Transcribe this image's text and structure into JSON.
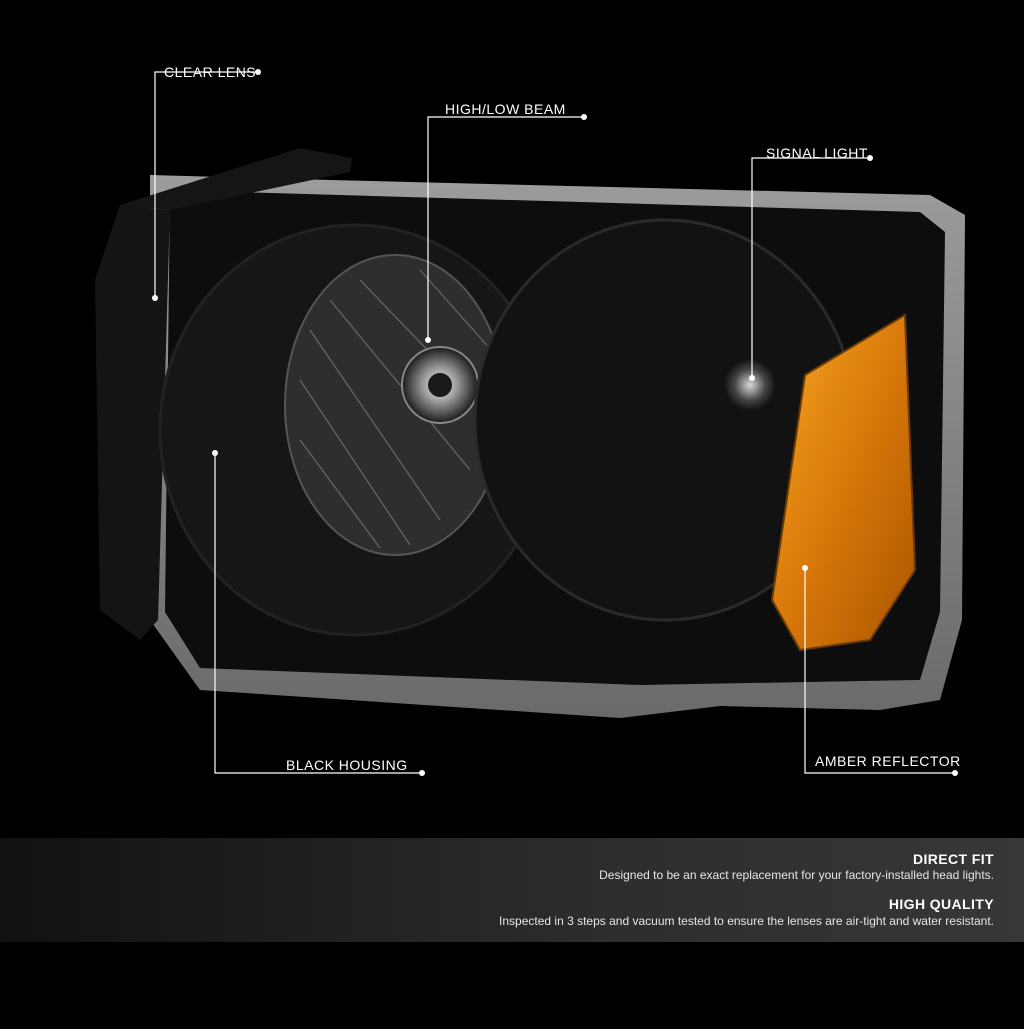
{
  "callouts": {
    "clear_lens": "CLEAR LENS",
    "high_low_beam": "HIGH/LOW BEAM",
    "signal_light": "SIGNAL LIGHT",
    "black_housing": "BLACK HOUSING",
    "amber_reflector": "AMBER REFLECTOR"
  },
  "features": [
    {
      "title": "DIRECT FIT",
      "description": "Designed to be an exact replacement for your factory-installed head lights."
    },
    {
      "title": "HIGH QUALITY",
      "description": "Inspected in 3 steps and vacuum tested to ensure the lenses are air-tight and water resistant."
    }
  ],
  "colors": {
    "background": "#000000",
    "housing": "#111111",
    "chrome_trim": "#8a8a8a",
    "amber": "#e08a10",
    "callout_line": "#ffffff"
  }
}
